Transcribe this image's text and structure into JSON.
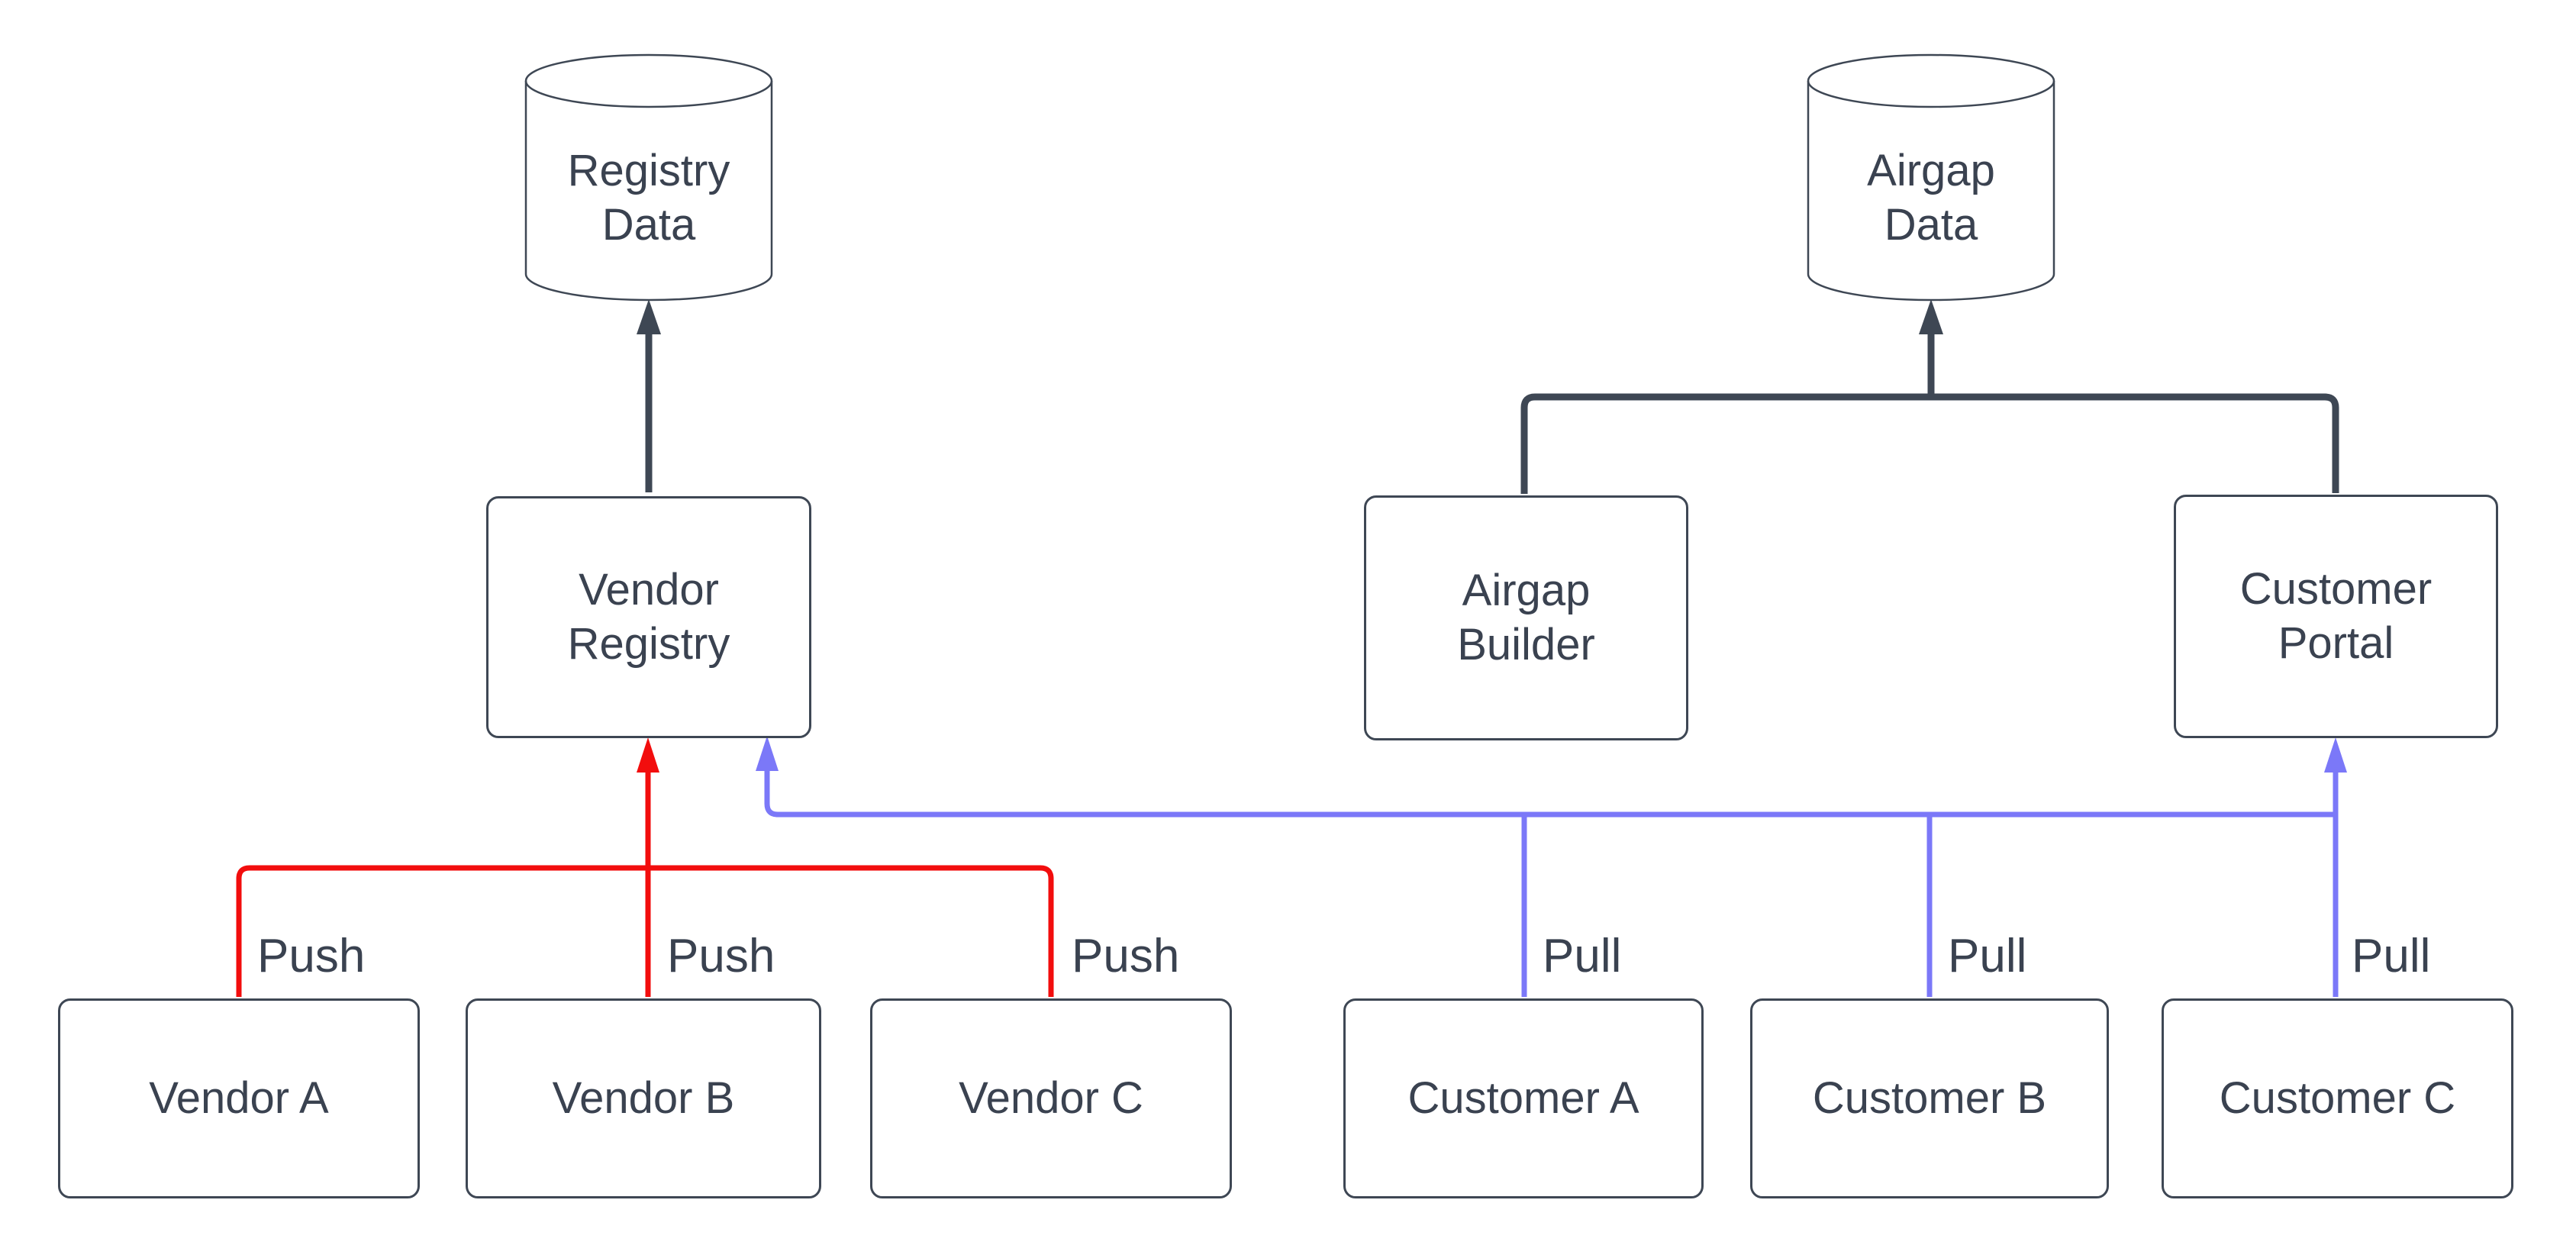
{
  "colors": {
    "background": "#ffffff",
    "node_stroke": "#3e4754",
    "text": "#3a4250",
    "push_red": "#f20d0d",
    "pull_blue": "#7b78f8"
  },
  "nodes": {
    "registry_data": {
      "shape": "cylinder",
      "lines": [
        "Registry",
        "Data"
      ]
    },
    "airgap_data": {
      "shape": "cylinder",
      "lines": [
        "Airgap",
        "Data"
      ]
    },
    "vendor_registry": {
      "shape": "rect",
      "lines": [
        "Vendor",
        "Registry"
      ]
    },
    "airgap_builder": {
      "shape": "rect",
      "lines": [
        "Airgap",
        "Builder"
      ]
    },
    "customer_portal": {
      "shape": "rect",
      "lines": [
        "Customer",
        "Portal"
      ]
    },
    "vendor_a": {
      "shape": "rect",
      "lines": [
        "Vendor A"
      ]
    },
    "vendor_b": {
      "shape": "rect",
      "lines": [
        "Vendor B"
      ]
    },
    "vendor_c": {
      "shape": "rect",
      "lines": [
        "Vendor C"
      ]
    },
    "customer_a": {
      "shape": "rect",
      "lines": [
        "Customer A"
      ]
    },
    "customer_b": {
      "shape": "rect",
      "lines": [
        "Customer B"
      ]
    },
    "customer_c": {
      "shape": "rect",
      "lines": [
        "Customer C"
      ]
    }
  },
  "edges": [
    {
      "from": "Vendor Registry",
      "to": "Registry Data",
      "label": "",
      "color": "dark"
    },
    {
      "from": "Airgap Builder",
      "to": "Airgap Data",
      "label": "",
      "color": "dark"
    },
    {
      "from": "Customer Portal",
      "to": "Airgap Data",
      "label": "",
      "color": "dark"
    },
    {
      "from": "Vendor A",
      "to": "Vendor Registry",
      "label": "Push",
      "color": "red"
    },
    {
      "from": "Vendor B",
      "to": "Vendor Registry",
      "label": "Push",
      "color": "red"
    },
    {
      "from": "Vendor C",
      "to": "Vendor Registry",
      "label": "Push",
      "color": "red"
    },
    {
      "from": "Customer A",
      "to": "Vendor Registry",
      "label": "Pull",
      "color": "blue"
    },
    {
      "from": "Customer B",
      "to": "Vendor Registry",
      "label": "Pull",
      "color": "blue"
    },
    {
      "from": "Customer C",
      "to": "Customer Portal",
      "label": "Pull",
      "color": "blue"
    }
  ]
}
